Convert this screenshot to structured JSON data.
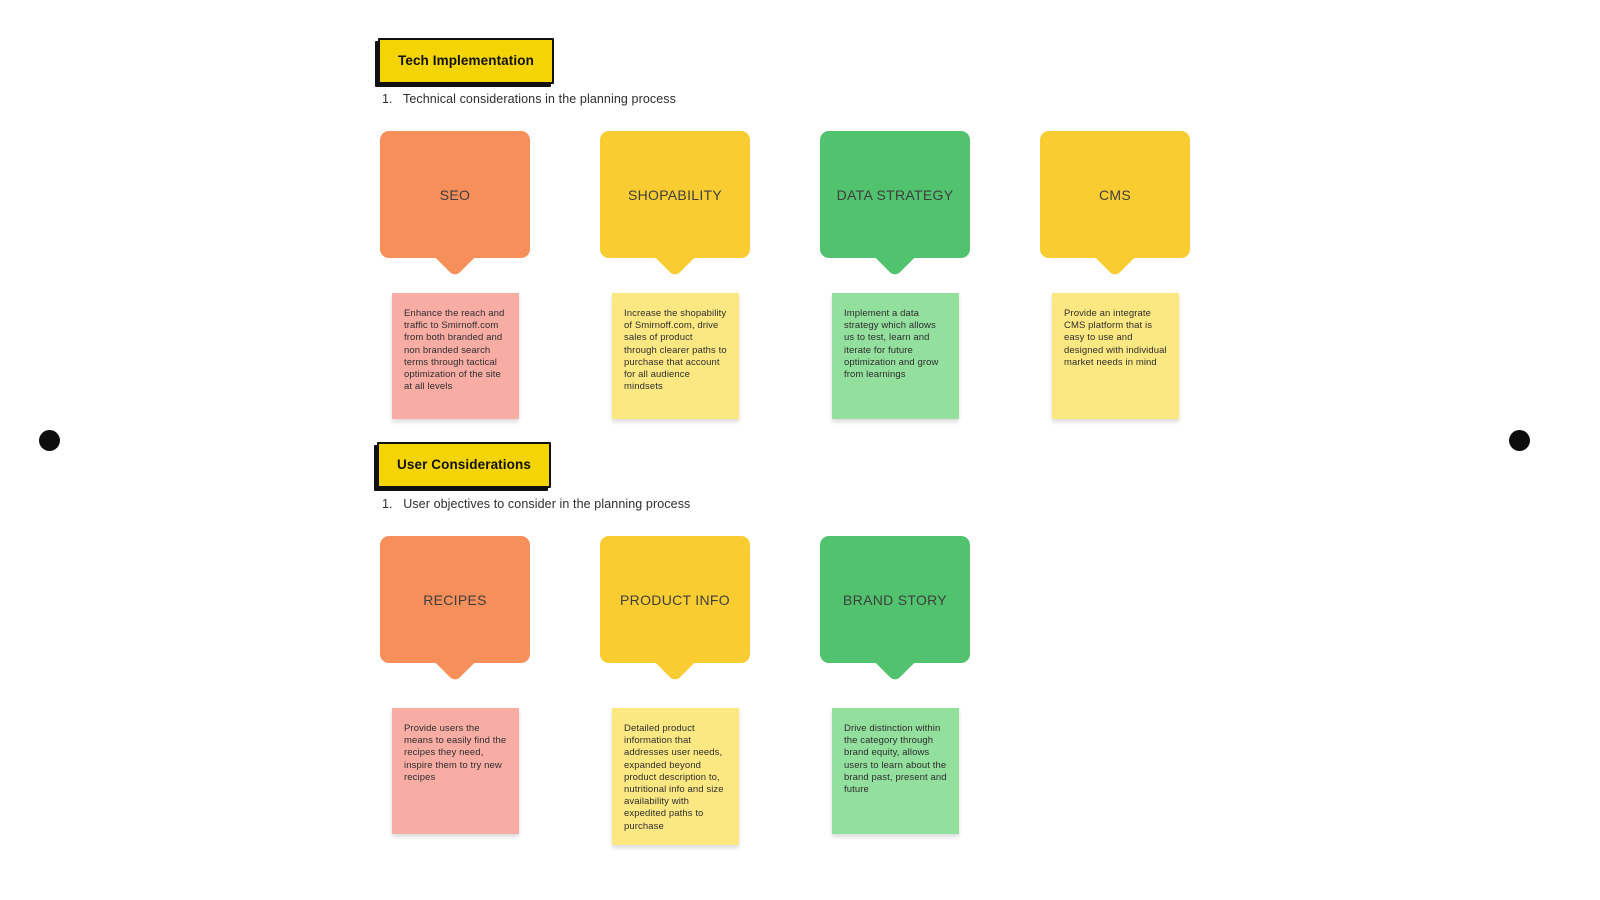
{
  "palette": {
    "canvas_bg": "#ffffff",
    "badge_bg": "#F4D503",
    "badge_border": "#111111",
    "dot_color": "#0d0d0d"
  },
  "sections": [
    {
      "id": "tech-implementation",
      "badge": "Tech Implementation",
      "note_number": "1.",
      "note_text": "Technical considerations in the planning process",
      "cards": [
        {
          "title": "SEO",
          "bubble_color": "#F78F5B",
          "sticky_color": "#F7ACA4",
          "sticky_text": "Enhance the reach and traffic to Smirnoff.com from both branded and non branded search terms through tactical optimization of the site at all levels"
        },
        {
          "title": "SHOPABILITY",
          "bubble_color": "#F9CD32",
          "sticky_color": "#FCE883",
          "sticky_text": "Increase the shopability of Smirnoff.com, drive sales of product through clearer paths to purchase that account for all audience mindsets"
        },
        {
          "title": "DATA STRATEGY",
          "bubble_color": "#51C26D",
          "sticky_color": "#93DF9D",
          "sticky_text": "Implement a data strategy which allows us to test, learn and iterate for future optimization and grow from learnings"
        },
        {
          "title": "CMS",
          "bubble_color": "#F9CD32",
          "sticky_color": "#FCE883",
          "sticky_text": "Provide an integrate CMS platform that is easy to use and designed with individual market needs in mind"
        }
      ]
    },
    {
      "id": "user-considerations",
      "badge": "User Considerations",
      "note_number": "1.",
      "note_text": "User objectives to consider in the planning process",
      "cards": [
        {
          "title": "RECIPES",
          "bubble_color": "#F78F5B",
          "sticky_color": "#F7ACA4",
          "sticky_text": "Provide users the means to easily find the recipes they need, inspire them to try new recipes"
        },
        {
          "title": "PRODUCT INFO",
          "bubble_color": "#F9CD32",
          "sticky_color": "#FCE883",
          "sticky_text": "Detailed product information that addresses user needs, expanded beyond product description to, nutritional info and size availability with expedited paths to purchase"
        },
        {
          "title": "BRAND STORY",
          "bubble_color": "#51C26D",
          "sticky_color": "#93DF9D",
          "sticky_text": "Drive distinction within the category through brand equity, allows users to learn about the brand past, present and future"
        }
      ]
    }
  ]
}
